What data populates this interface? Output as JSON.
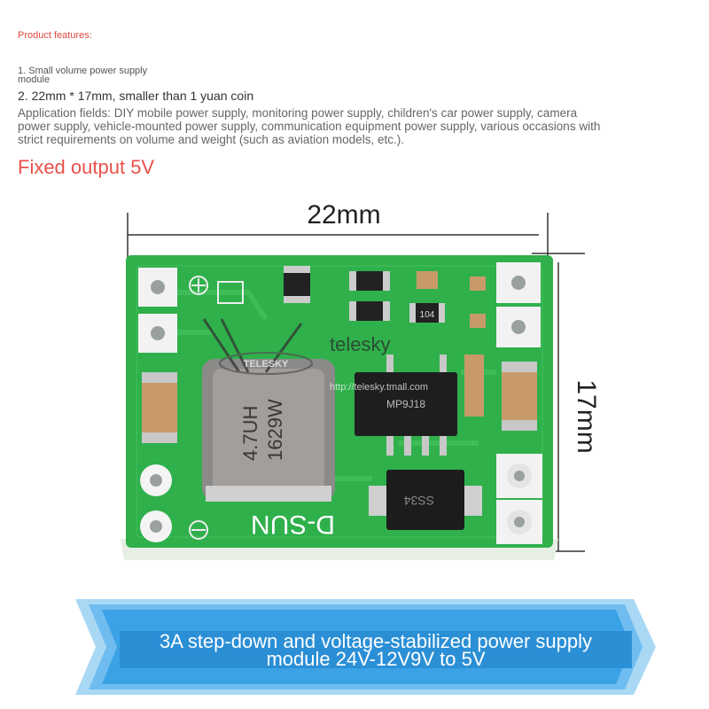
{
  "text": {
    "features_heading": "Product features:",
    "feature_1": "1. Small volume power supply module",
    "feature_2": "2. 22mm * 17mm, smaller than 1 yuan coin",
    "application_fields": "Application fields: DIY mobile power supply, monitoring power supply, children's car power supply, camera power supply, vehicle-mounted power supply, communication equipment power supply, various occasions with strict requirements on volume and weight (such as aviation models, etc.).",
    "fixed_output": "Fixed output 5V"
  },
  "dimensions": {
    "width_label": "22mm",
    "height_label": "17mm"
  },
  "board": {
    "inductor_value": "4.7UH",
    "inductor_code": "1629W",
    "chip_marking": "MP9J18",
    "diode_marking": "SS34",
    "silk_brand": "D-SUN",
    "resistor_code": "104"
  },
  "watermark": {
    "logo": "TELESKY",
    "brand": "telesky",
    "url": "http://telesky.tmall.com"
  },
  "banner": {
    "line_1": "3A step-down and voltage-stabilized power supply",
    "line_2": "module 24V-12V9V to 5V"
  },
  "colors": {
    "heading_red": "#e0483e",
    "pcb_green": "#2fb04b",
    "banner_blue": "#2b8fd6",
    "banner_light": "#a9d8f5"
  }
}
